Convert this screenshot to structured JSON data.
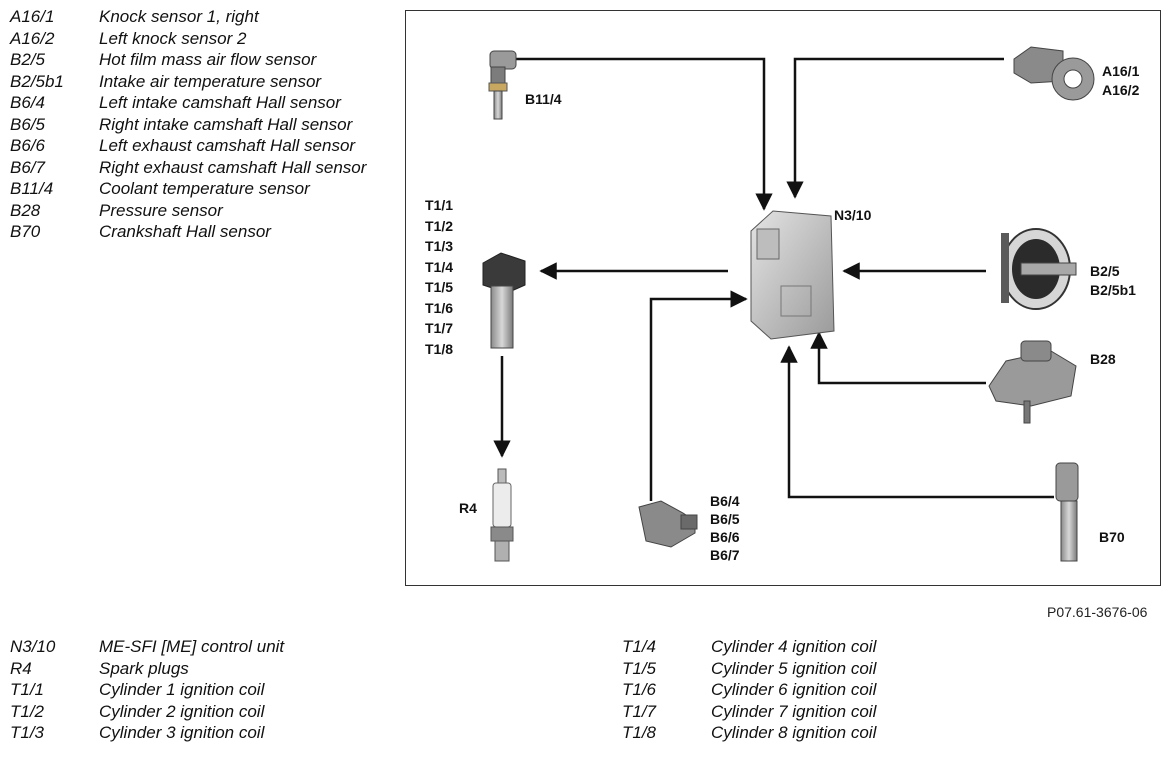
{
  "legend_top": [
    {
      "code": "A16/1",
      "desc": "Knock sensor 1, right"
    },
    {
      "code": "A16/2",
      "desc": "Left knock sensor 2"
    },
    {
      "code": "B2/5",
      "desc": "Hot film mass air flow sensor"
    },
    {
      "code": "B2/5b1",
      "desc": "Intake air temperature sensor"
    },
    {
      "code": "B6/4",
      "desc": "Left intake camshaft Hall sensor"
    },
    {
      "code": "B6/5",
      "desc": "Right intake camshaft Hall sensor"
    },
    {
      "code": "B6/6",
      "desc": "Left exhaust camshaft Hall sensor"
    },
    {
      "code": "B6/7",
      "desc": "Right exhaust camshaft Hall sensor"
    },
    {
      "code": "B11/4",
      "desc": "Coolant temperature sensor"
    },
    {
      "code": "B28",
      "desc": "Pressure sensor"
    },
    {
      "code": "B70",
      "desc": "Crankshaft Hall sensor"
    }
  ],
  "legend_bottom_left": [
    {
      "code": "N3/10",
      "desc": "ME-SFI [ME] control unit"
    },
    {
      "code": "R4",
      "desc": "Spark plugs"
    },
    {
      "code": "T1/1",
      "desc": "Cylinder 1 ignition coil"
    },
    {
      "code": "T1/2",
      "desc": "Cylinder 2 ignition coil"
    },
    {
      "code": "T1/3",
      "desc": "Cylinder 3 ignition coil"
    }
  ],
  "legend_bottom_right": [
    {
      "code": "T1/4",
      "desc": "Cylinder 4 ignition coil"
    },
    {
      "code": "T1/5",
      "desc": "Cylinder 5 ignition coil"
    },
    {
      "code": "T1/6",
      "desc": "Cylinder 6 ignition coil"
    },
    {
      "code": "T1/7",
      "desc": "Cylinder 7 ignition coil"
    },
    {
      "code": "T1/8",
      "desc": "Cylinder 8 ignition coil"
    }
  ],
  "figure_ref": "P07.61-3676-06",
  "diagram": {
    "control_unit": "N3/10",
    "coolant_sensor": "B11/4",
    "knock_sensors": [
      "A16/1",
      "A16/2"
    ],
    "maf_sensor": [
      "B2/5",
      "B2/5b1"
    ],
    "pressure_sensor": "B28",
    "crank_sensor": "B70",
    "cam_sensors": [
      "B6/4",
      "B6/5",
      "B6/6",
      "B6/7"
    ],
    "ignition_coils": [
      "T1/1",
      "T1/2",
      "T1/3",
      "T1/4",
      "T1/5",
      "T1/6",
      "T1/7",
      "T1/8"
    ],
    "spark_plugs": "R4"
  }
}
